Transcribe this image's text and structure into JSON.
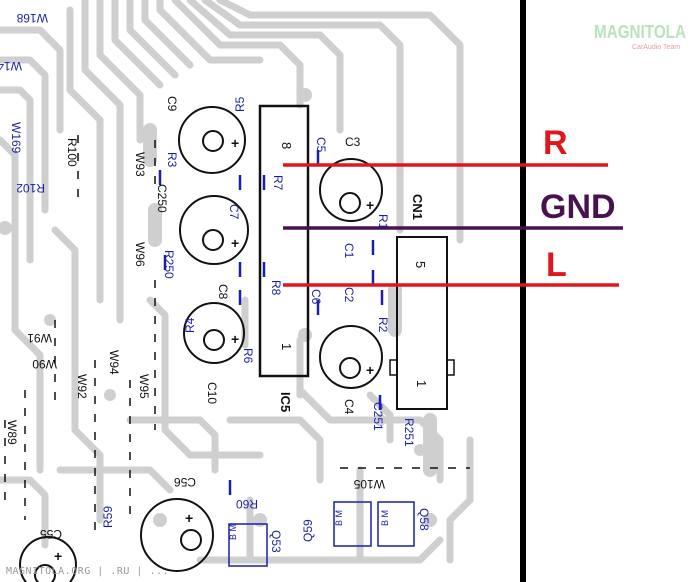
{
  "signals": {
    "right": {
      "label": "R",
      "color": "#e0161e"
    },
    "ground": {
      "label": "GND",
      "color": "#4a1150"
    },
    "left": {
      "label": "L",
      "color": "#e0161e"
    }
  },
  "colors": {
    "trace": "#c8c8c8",
    "ink": "#111111",
    "designator": "#1a1fa8"
  },
  "ic": {
    "name": "IC5",
    "pin_top": "8",
    "pin_bottom": "1"
  },
  "connector": {
    "name": "CN1",
    "pin_top": "5",
    "pin_bottom": "1"
  },
  "labels": {
    "w168": "W168",
    "w14": "W14",
    "w169": "W169",
    "r100": "R100",
    "r102": "R102",
    "w93": "W93",
    "w96": "W96",
    "c250": "C250",
    "r250": "R250",
    "w91": "W91",
    "w90": "W90",
    "w94": "W94",
    "w95": "W95",
    "w92": "W92",
    "w89": "W89",
    "c55": "C55",
    "c56": "C56",
    "r59": "R59",
    "r60": "R60",
    "q53": "Q53",
    "q59": "Q59",
    "q58": "Q58",
    "w105": "W105",
    "c9": "C9",
    "r5": "R5",
    "r3": "R3",
    "c7": "C7",
    "r7": "R7",
    "c5": "C5",
    "c3": "C3",
    "c8": "C8",
    "r8": "R8",
    "r4": "R4",
    "r6": "R6",
    "c10": "C10",
    "c6": "C6",
    "c4": "C4",
    "c1": "C1",
    "c2": "C2",
    "r1": "R1",
    "r2": "R2",
    "c251": "C251",
    "r251": "R251",
    "plus": "+",
    "bm": "B M"
  },
  "logo": {
    "text": "MAGNITOLA",
    "sub": "CarAudio Team"
  },
  "footer": "MAGNITOLA.ORG | .RU | ..."
}
